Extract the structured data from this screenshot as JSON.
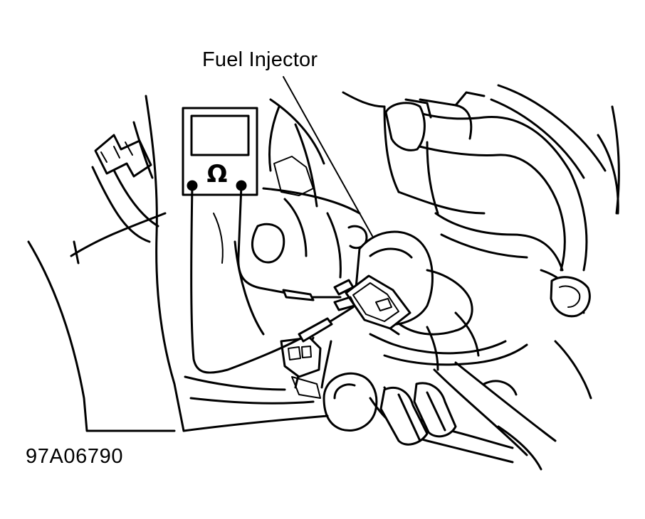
{
  "labels": {
    "component": "Fuel Injector",
    "figure_id": "97A06790"
  },
  "meter": {
    "symbol": "Ω"
  },
  "colors": {
    "ink": "#000000",
    "background": "#ffffff"
  }
}
